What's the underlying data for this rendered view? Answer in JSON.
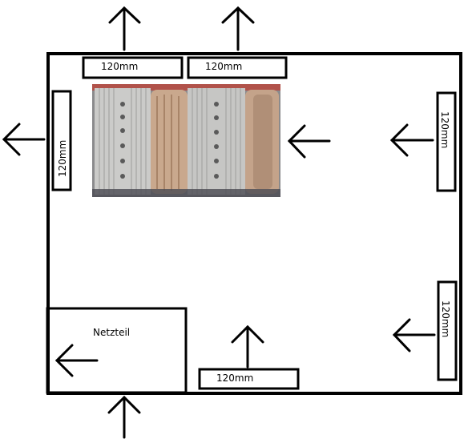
{
  "labels": {
    "fan_top_left": "120mm",
    "fan_top_right": "120mm",
    "fan_left": "120mm",
    "fan_right_upper": "120mm",
    "fan_right_lower": "120mm",
    "fan_bottom": "120mm",
    "psu": "Netzteil"
  },
  "colors": {
    "stroke": "#000000",
    "background": "#ffffff",
    "cooler_fin": "#c9c9c7",
    "cooler_fan": "#c8a88e",
    "cooler_shadow": "#4a4a52"
  }
}
